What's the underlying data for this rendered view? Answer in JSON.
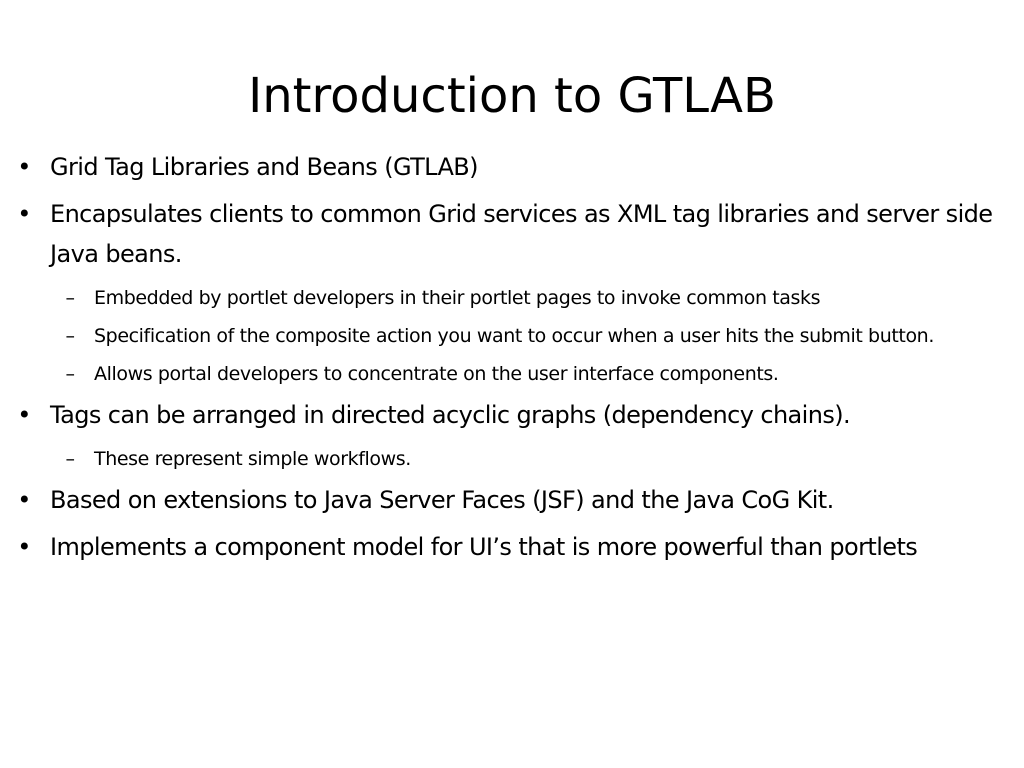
{
  "slide": {
    "title": "Introduction to GTLAB",
    "bullet_symbol": "•",
    "sub_bullet_symbol": "–",
    "items": [
      {
        "level": 1,
        "text": "Grid Tag Libraries and Beans (GTLAB)"
      },
      {
        "level": 1,
        "text": "Encapsulates clients to common Grid services as XML tag libraries and server side Java beans."
      },
      {
        "level": 2,
        "text": "Embedded by portlet developers in their portlet pages to invoke common tasks"
      },
      {
        "level": 2,
        "text": "Specification of the composite action you want to occur when a user hits the submit button."
      },
      {
        "level": 2,
        "text": "Allows portal developers to concentrate on the user interface components."
      },
      {
        "level": 1,
        "text": "Tags can be arranged in directed acyclic graphs (dependency chains)."
      },
      {
        "level": 2,
        "text": "These represent simple workflows."
      },
      {
        "level": 1,
        "text": "Based on extensions to Java Server Faces (JSF) and the Java CoG Kit."
      },
      {
        "level": 1,
        "text": "Implements a component model for UI’s that is more powerful than portlets"
      }
    ]
  }
}
